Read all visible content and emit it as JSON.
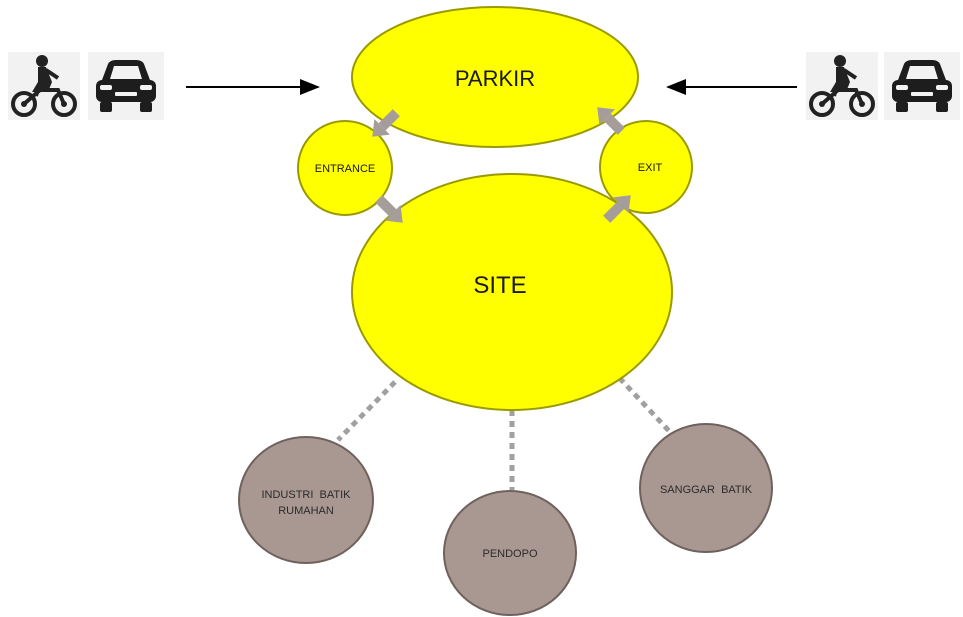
{
  "nodes": {
    "parkir": "PARKIR",
    "entrance": "ENTRANCE",
    "exit": "EXIT",
    "site": "SITE",
    "industri_line1": "INDUSTRI  BATIK",
    "industri_line2": "RUMAHAN",
    "pendopo": "PENDOPO",
    "sanggar": "SANGGAR  BATIK"
  },
  "icons": [
    "motorcycle-icon",
    "car-icon"
  ],
  "colors": {
    "main_fill": "#ffff00",
    "main_stroke": "#9a9a00",
    "facility_fill": "#a89891",
    "facility_stroke": "#6f625d",
    "flow_arrow": "#a59d99",
    "connector": "#a0a0a0"
  }
}
